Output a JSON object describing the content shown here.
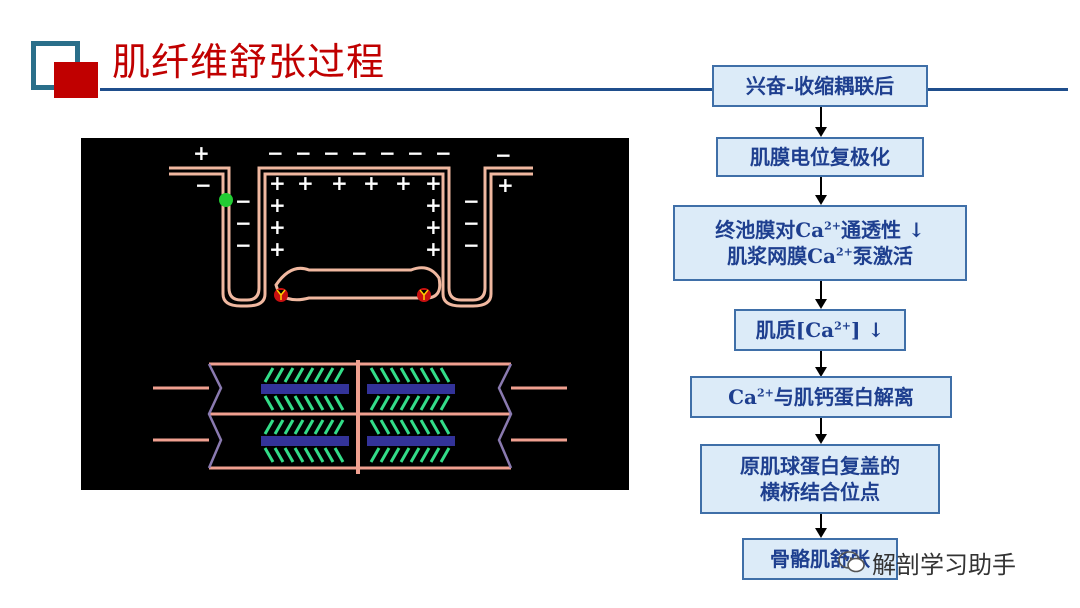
{
  "title": "肌纤维舒张过程",
  "flow": {
    "step1": "兴奋-收缩耦联后",
    "step2": "肌膜电位复极化",
    "step3_line1_a": "终池膜对",
    "step3_line1_ca": "Ca",
    "step3_line1_sup": "2+",
    "step3_line1_b": "通透性 ↓",
    "step3_line2_a": "肌浆网膜",
    "step3_line2_ca": "Ca",
    "step3_line2_sup": "2+",
    "step3_line2_b": "泵激活",
    "step4_a": "肌质[Ca",
    "step4_sup": "2+",
    "step4_b": "] ↓",
    "step5_ca": "Ca",
    "step5_sup": "2+",
    "step5_b": "与肌钙蛋白解离",
    "step6_line1": "原肌球蛋白复盖的",
    "step6_line2": "横桥结合位点",
    "step7": "骨骼肌舒张"
  },
  "diagram_signs": {
    "plus": "+",
    "minus": "−"
  },
  "watermark": "解剖学习助手",
  "colors": {
    "title_red": "#c00000",
    "rule_blue": "#1f4e8c",
    "box_fill": "#dcebf8",
    "box_border": "#3f6fa8",
    "box_text": "#1e3f8f",
    "membrane": "#f0b8a0",
    "filament_green": "#33dd88",
    "filament_blue": "#333399"
  },
  "icons": [
    "wechat-icon"
  ]
}
